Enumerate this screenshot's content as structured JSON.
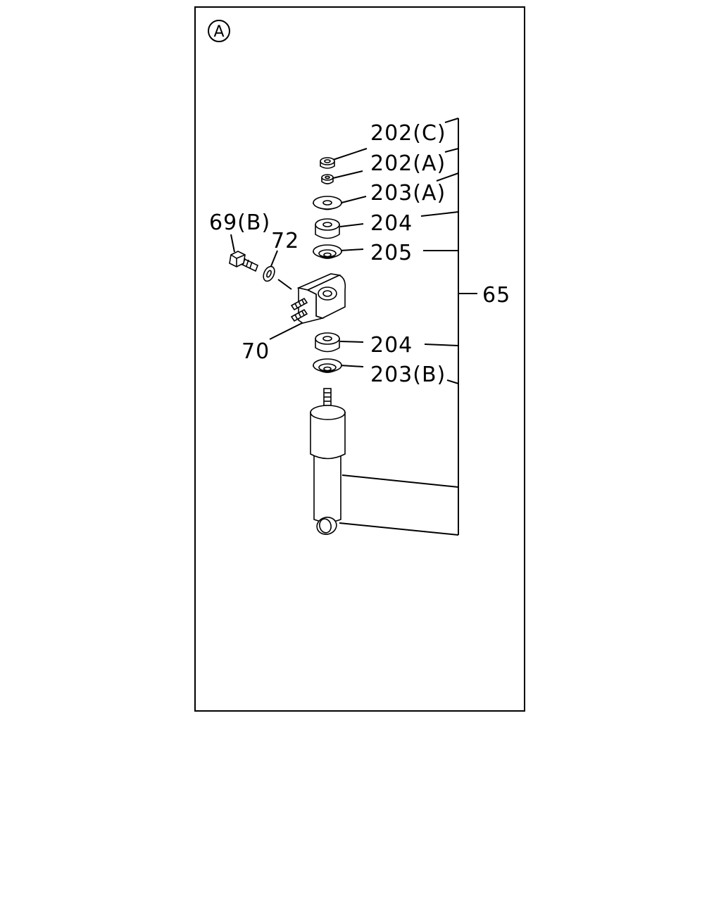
{
  "view_marker": "A",
  "labels": {
    "l202c": "202(C)",
    "l202a": "202(A)",
    "l203a": "203(A)",
    "l204_top": "204",
    "l205": "205",
    "l69b": "69(B)",
    "l72": "72",
    "l65": "65",
    "l70": "70",
    "l204_bottom": "204",
    "l203b": "203(B)"
  },
  "colors": {
    "line": "#000000",
    "background": "#ffffff"
  }
}
